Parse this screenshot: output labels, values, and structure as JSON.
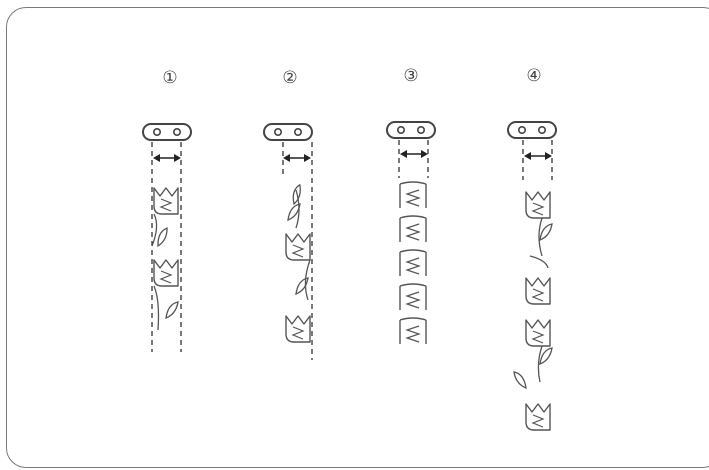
{
  "diagram": {
    "panels": [
      {
        "label": "1",
        "glyph": "①"
      },
      {
        "label": "2",
        "glyph": "②"
      },
      {
        "label": "3",
        "glyph": "③"
      },
      {
        "label": "4",
        "glyph": "④"
      }
    ]
  },
  "colors": {
    "line": "#555555",
    "frame": "#7a7a7a",
    "background": "#ffffff"
  }
}
